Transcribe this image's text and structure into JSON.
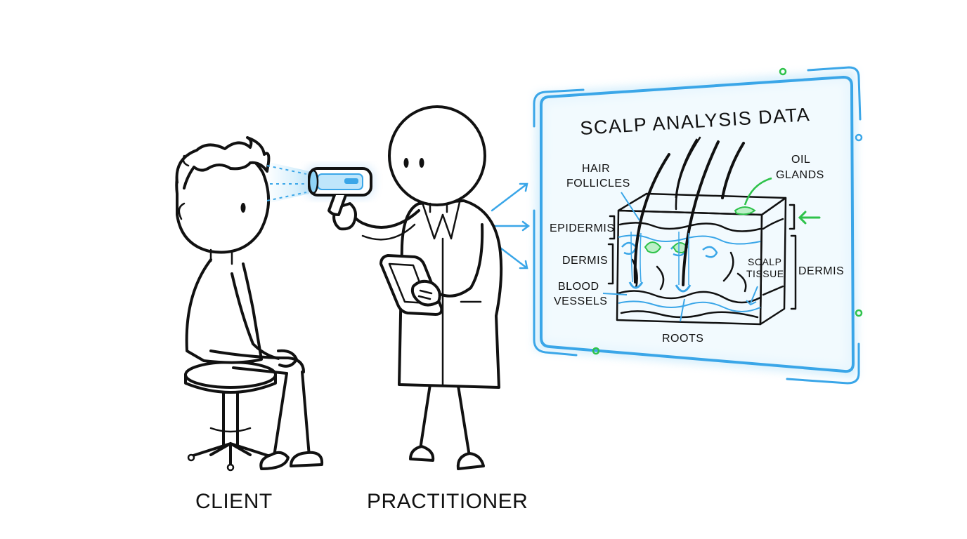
{
  "figure": {
    "panel_title": "SCALP ANALYSIS DATA",
    "labels": {
      "hair_follicles_line1": "HAIR",
      "hair_follicles_line2": "FOLLICLES",
      "oil_glands_line1": "OIL",
      "oil_glands_line2": "GLANDS",
      "epidermis": "EPIDERMIS",
      "dermis_left": "DERMIS",
      "dermis_right": "DERMIS",
      "blood_vessels_line1": "BLOOD",
      "blood_vessels_line2": "VESSELS",
      "scalp_tissue_line1": "SCALP",
      "scalp_tissue_line2": "TISSUE",
      "roots": "ROOTS"
    },
    "captions": {
      "client": "CLIENT",
      "practitioner": "PRACTITIONER"
    }
  },
  "colors": {
    "ink": "#111111",
    "accent_blue": "#3aa6e8",
    "glow_blue": "#bfe6fb",
    "accent_green": "#2ec24a"
  }
}
